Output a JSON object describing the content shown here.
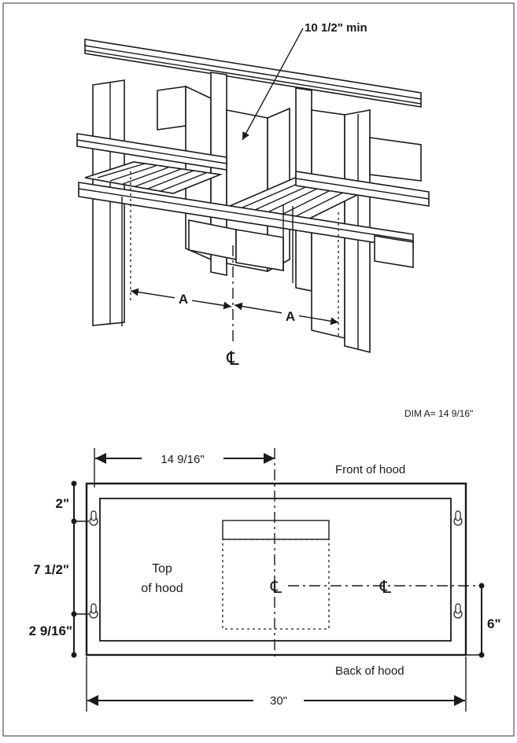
{
  "framing": {
    "clearance_label": "10 1/2\" min",
    "dim_a_label_left": "A",
    "dim_a_label_right": "A",
    "centerline_symbol": "℄"
  },
  "dim_note": "DIM A= 14 9/16\"",
  "plan": {
    "top_offset_label": "14 9/16\"",
    "front_label": "Front of hood",
    "back_label": "Back of hood",
    "top_label_line1": "Top",
    "top_label_line2": "of hood",
    "centerline_symbol": "℄",
    "left_dims": [
      "2\"",
      "7 1/2\"",
      "2 9/16\""
    ],
    "right_dim": "6\"",
    "width_label": "30\""
  }
}
